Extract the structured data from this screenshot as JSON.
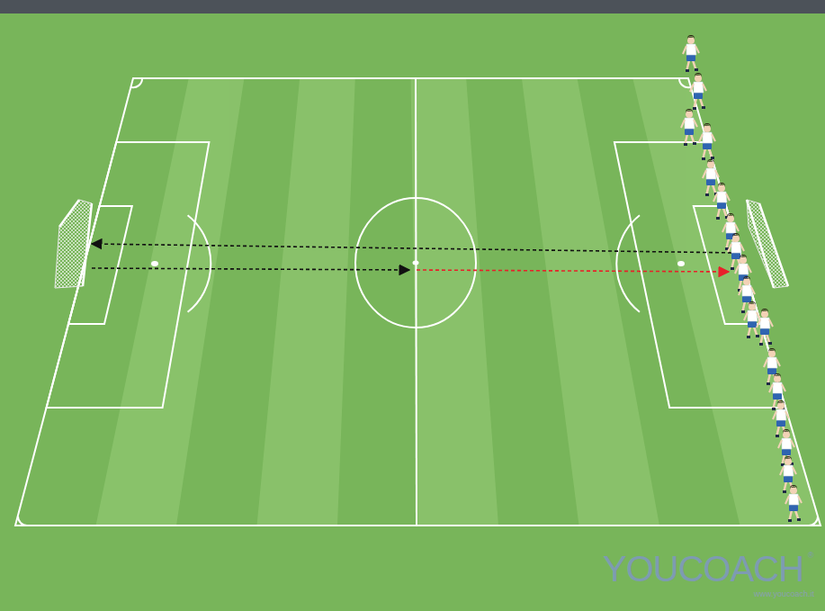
{
  "diagram": {
    "labels": [
      "YOUCOACH",
      "®",
      "www.youcoach.it"
    ]
  }
}
